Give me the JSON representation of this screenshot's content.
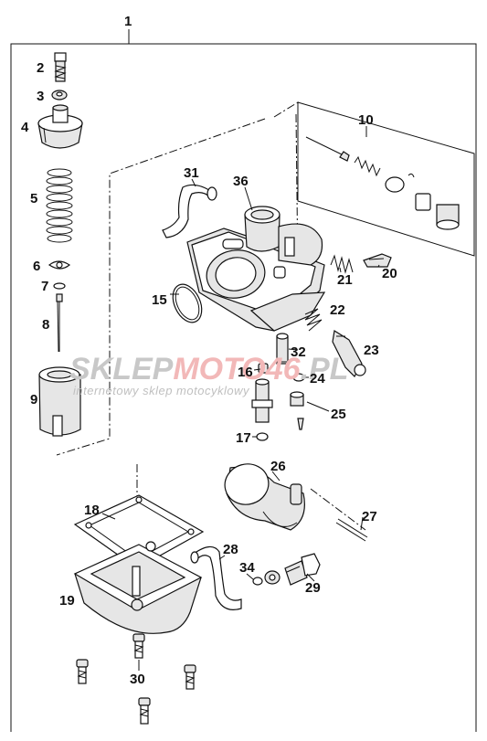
{
  "watermark": {
    "brand_left": "SKLEP",
    "brand_mid": "MOTO",
    "brand_num": "46",
    "brand_right": ".PL",
    "tagline": "internetowy sklep motocyklowy"
  },
  "callouts": {
    "c1": "1",
    "c2": "2",
    "c3": "3",
    "c4": "4",
    "c5": "5",
    "c6": "6",
    "c7": "7",
    "c8": "8",
    "c9": "9",
    "c10": "10",
    "c15": "15",
    "c16": "16",
    "c17": "17",
    "c18": "18",
    "c19": "19",
    "c20": "20",
    "c21": "21",
    "c22": "22",
    "c23": "23",
    "c24": "24",
    "c25": "25",
    "c26": "26",
    "c27": "27",
    "c28": "28",
    "c29": "29",
    "c30": "30",
    "c31": "31",
    "c32": "32",
    "c34": "34",
    "c36": "36"
  }
}
